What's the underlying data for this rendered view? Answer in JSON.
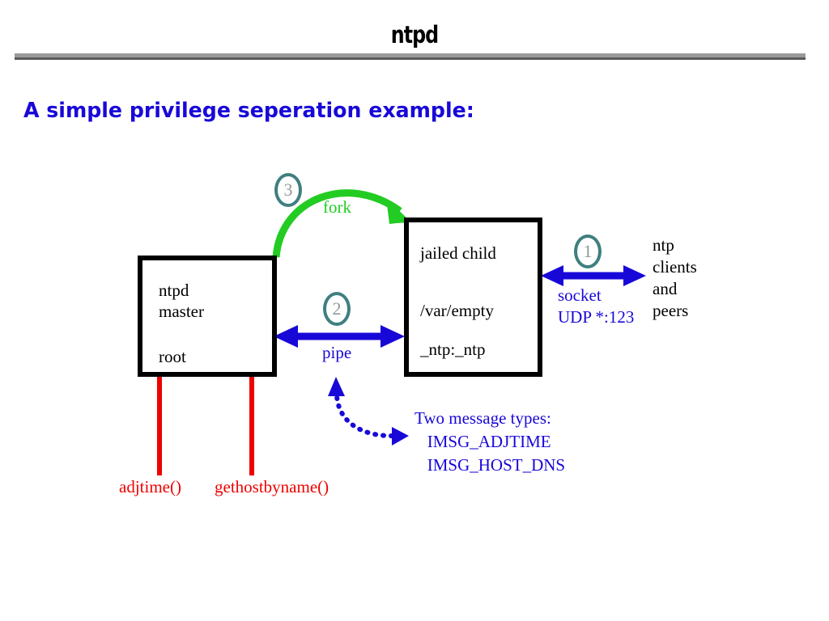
{
  "slide": {
    "title": "ntpd",
    "subtitle": "A simple privilege seperation example:"
  },
  "colors": {
    "title_rule": "#9a9a9a",
    "subtitle": "#1808d8",
    "blue": "#1808d8",
    "green": "#22cc22",
    "red": "#ee0000",
    "marker_ring": "#3f7f7f",
    "marker_number": "#8f9a9a",
    "box_border": "#000000",
    "background": "#ffffff"
  },
  "diagram": {
    "master_box": {
      "lines": "ntpd\nmaster",
      "privilege": "root"
    },
    "child_box": {
      "title": "jailed child",
      "path": "/var/empty",
      "user": "_ntp:_ntp"
    },
    "markers": {
      "one": "1",
      "two": "2",
      "three": "3"
    },
    "labels": {
      "fork": "fork",
      "pipe": "pipe",
      "socket": "socket\nUDP *:123",
      "peers": "ntp\nclients\nand\npeers",
      "messages": "Two message types:\n   IMSG_ADJTIME\n   IMSG_HOST_DNS",
      "adjtime": "adjtime()",
      "gethostbyname": "gethostbyname()"
    }
  }
}
